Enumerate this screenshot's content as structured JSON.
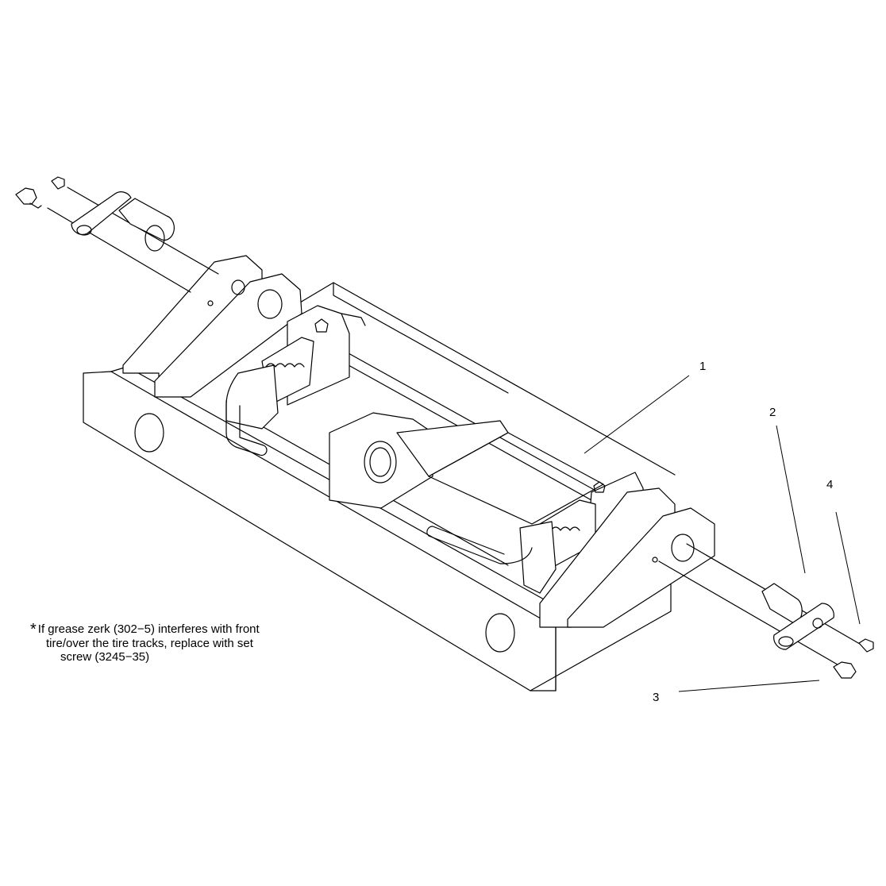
{
  "callouts": [
    {
      "id": "1",
      "label": "1"
    },
    {
      "id": "2",
      "label": "2"
    },
    {
      "id": "3",
      "label": "3"
    },
    {
      "id": "4",
      "label": "4"
    }
  ],
  "note": {
    "star": "*",
    "line1": "If grease zerk (302−5) interferes with front",
    "line2": "tire/over the tire tracks, replace with set",
    "line3": "screw (3245−35)"
  }
}
